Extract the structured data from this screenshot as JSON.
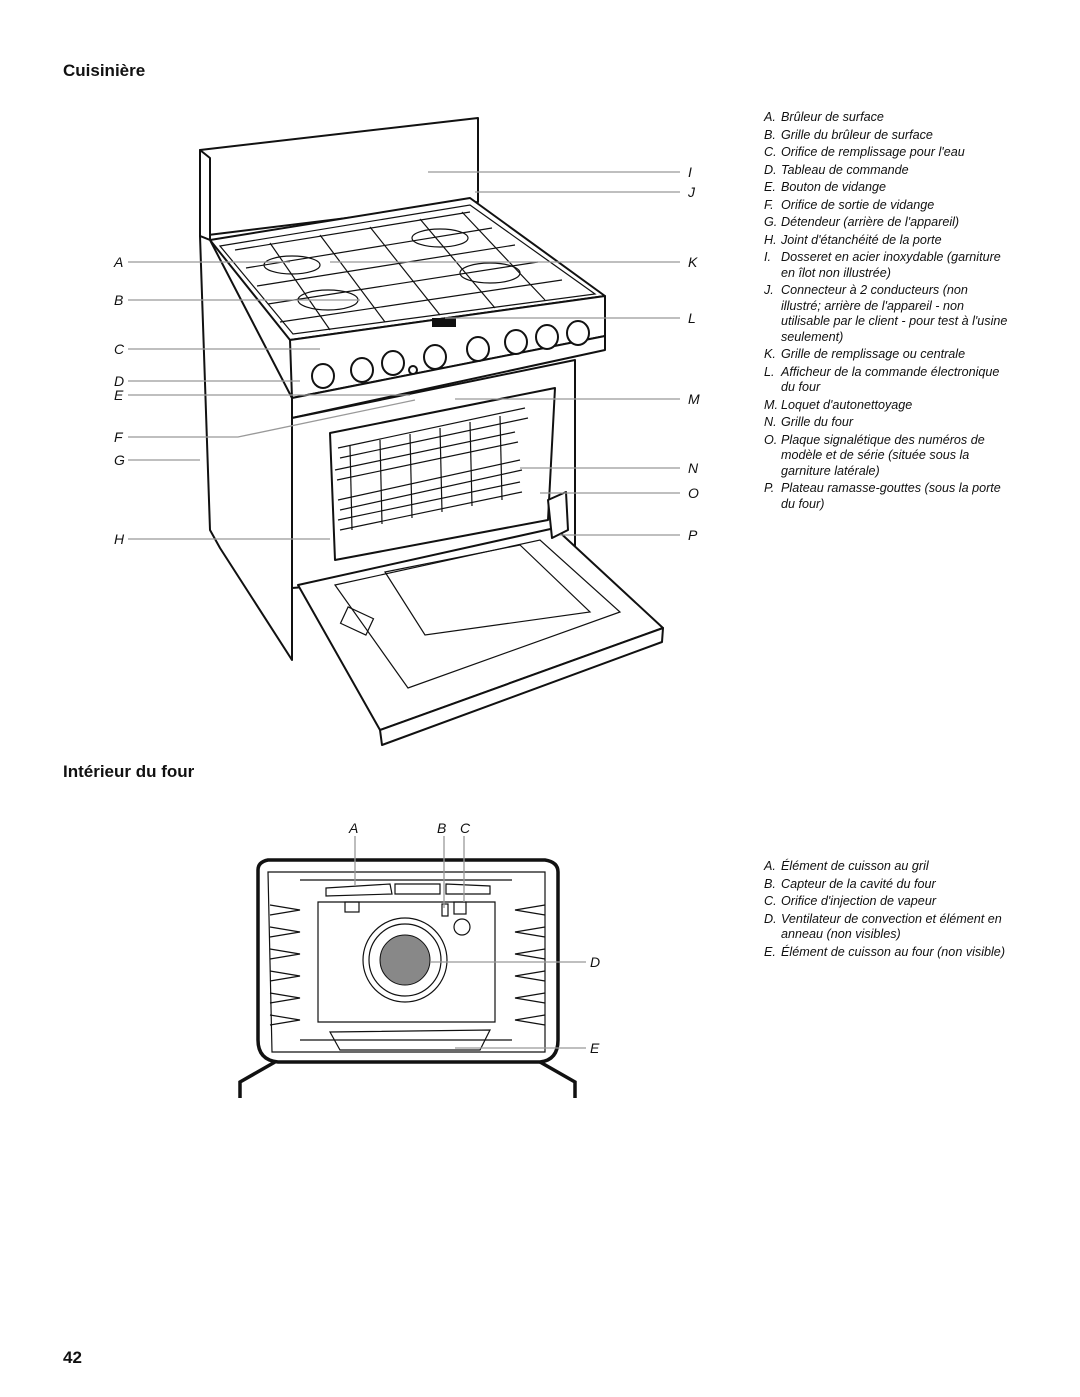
{
  "section1": {
    "title": "Cuisinière",
    "callouts": [
      "A",
      "B",
      "C",
      "D",
      "E",
      "F",
      "G",
      "H",
      "I",
      "J",
      "K",
      "L",
      "M",
      "N",
      "O",
      "P"
    ],
    "legend": [
      {
        "key": "A.",
        "text": "Brûleur de surface"
      },
      {
        "key": "B.",
        "text": "Grille du brûleur de surface"
      },
      {
        "key": "C.",
        "text": "Orifice de remplissage pour l'eau"
      },
      {
        "key": "D.",
        "text": "Tableau de commande"
      },
      {
        "key": "E.",
        "text": "Bouton de vidange"
      },
      {
        "key": "F.",
        "text": "Orifice de sortie de vidange"
      },
      {
        "key": "G.",
        "text": "Détendeur (arrière de l'appareil)"
      },
      {
        "key": "H.",
        "text": "Joint d'étanchéité de la porte"
      },
      {
        "key": "I.",
        "text": "Dosseret en acier inoxydable (garniture en îlot non illustrée)"
      },
      {
        "key": "J.",
        "text": "Connecteur à 2 conducteurs (non illustré; arrière de l'appareil - non utilisable par le client - pour test à l'usine seulement)"
      },
      {
        "key": "K.",
        "text": "Grille de remplissage ou centrale"
      },
      {
        "key": "L.",
        "text": "Afficheur de la commande électronique du four"
      },
      {
        "key": "M.",
        "text": "Loquet d'autonettoyage"
      },
      {
        "key": "N.",
        "text": "Grille du four"
      },
      {
        "key": "O.",
        "text": "Plaque signalétique des numéros de modèle et de série (située sous la garniture latérale)"
      },
      {
        "key": "P.",
        "text": "Plateau ramasse-gouttes (sous la porte du four)"
      }
    ]
  },
  "section2": {
    "title": "Intérieur du four",
    "callouts": [
      "A",
      "B",
      "C",
      "D",
      "E"
    ],
    "legend": [
      {
        "key": "A.",
        "text": "Élément de cuisson au gril"
      },
      {
        "key": "B.",
        "text": "Capteur de la cavité du four"
      },
      {
        "key": "C.",
        "text": "Orifice d'injection de vapeur"
      },
      {
        "key": "D.",
        "text": "Ventilateur de convection et élément en anneau (non visibles)"
      },
      {
        "key": "E.",
        "text": "Élément de cuisson au four (non visible)"
      }
    ]
  },
  "page_number": "42"
}
